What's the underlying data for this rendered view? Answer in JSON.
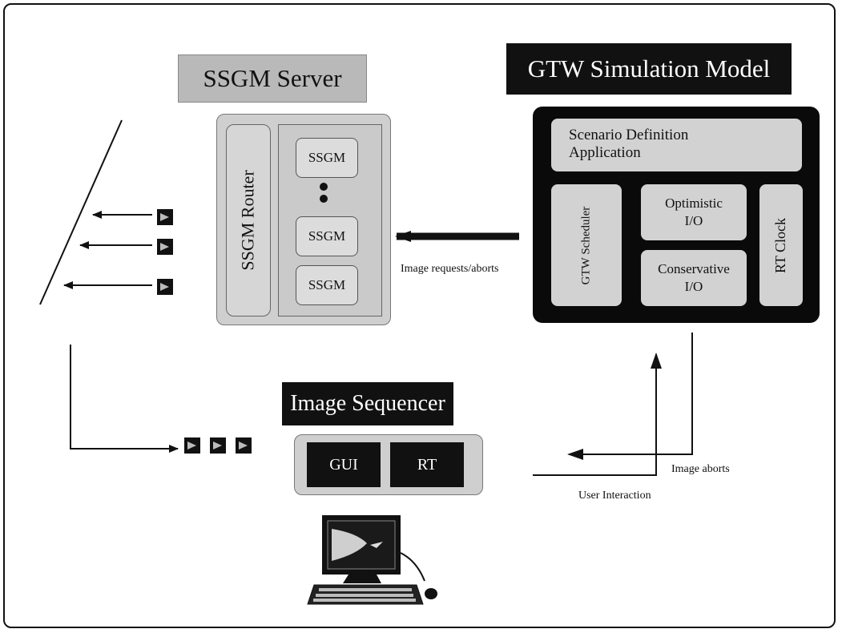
{
  "titles": {
    "ssgm_server": "SSGM Server",
    "gtw_model": "GTW Simulation Model",
    "image_sequencer": "Image Sequencer"
  },
  "server": {
    "router": "SSGM Router",
    "ssgm_units": [
      "SSGM",
      "SSGM",
      "SSGM"
    ]
  },
  "gtw": {
    "scenario_line1": "Scenario Definition",
    "scenario_line2": "Application",
    "scheduler": "GTW Scheduler",
    "optimistic_line1": "Optimistic",
    "optimistic_line2": "I/O",
    "conservative_line1": "Conservative",
    "conservative_line2": "I/O",
    "rt_clock": "RT Clock"
  },
  "sequencer": {
    "gui": "GUI",
    "rt": "RT"
  },
  "labels": {
    "image_requests": "Image requests/aborts",
    "image_aborts": "Image aborts",
    "user_interaction": "User Interaction"
  },
  "colors": {
    "dark": "#111111",
    "panel_gray": "#cfcfcf"
  }
}
